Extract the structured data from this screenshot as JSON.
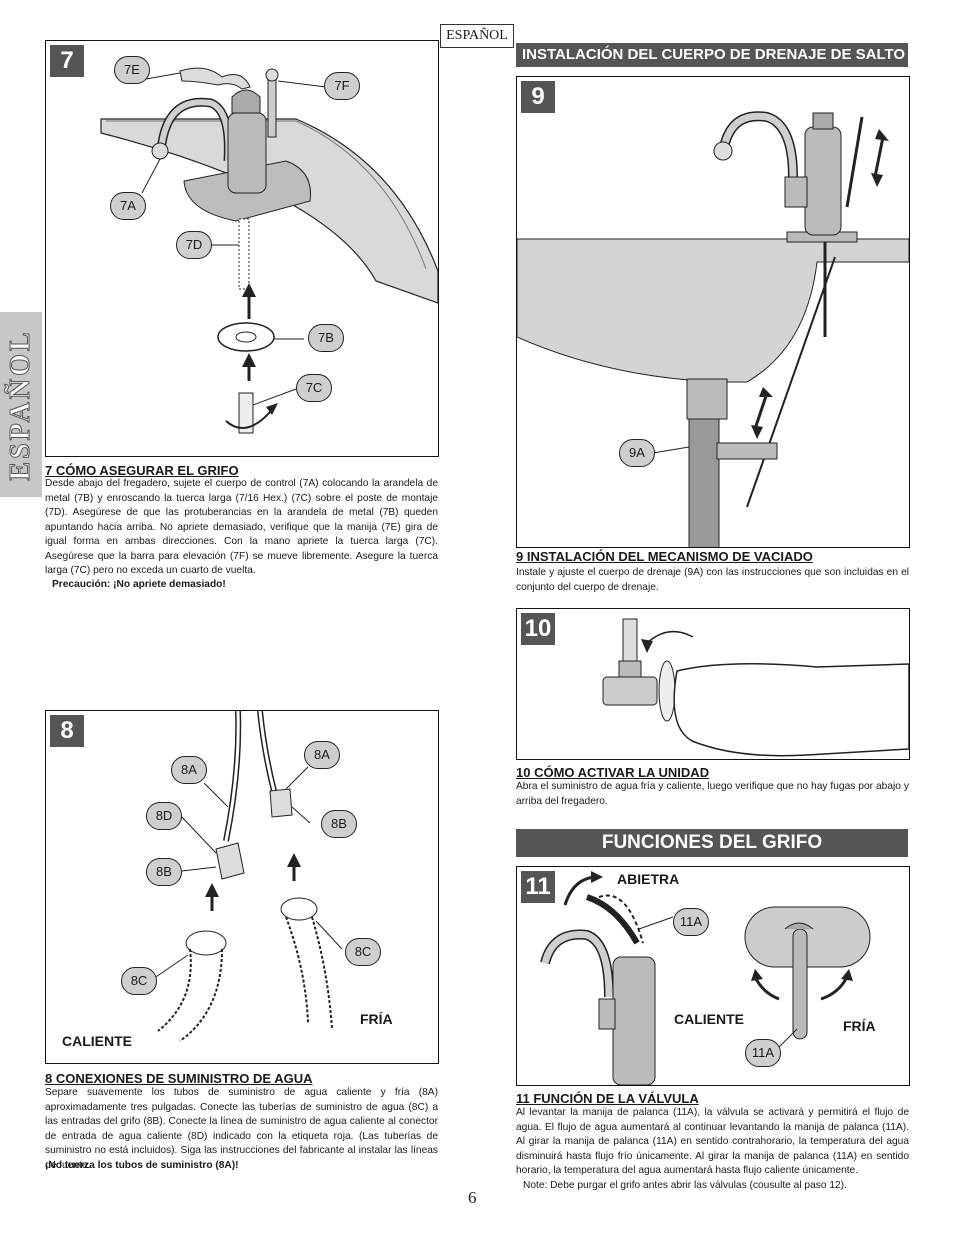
{
  "header": {
    "lang_tag": "ESPAÑOL",
    "side_tab": "ESPAÑOL"
  },
  "step7": {
    "num": "7",
    "callouts": [
      "7E",
      "7F",
      "7A",
      "7D",
      "7B",
      "7C"
    ],
    "heading": "7  CÓMO ASEGURAR EL GRIFO",
    "body": "Desde abajo del fregadero, sujete el cuerpo de control (7A) colocando la arandela de metal (7B) y enroscando la tuerca larga (7/16 Hex.) (7C) sobre el poste de montaje (7D). Asegúrese de que las protuberancias en la arandela de metal (7B) queden apuntando hacia arriba. No apriete demasiado, verifique que la manija (7E) gira de igual forma en ambas direcciones. Con la mano apriete la tuerca larga (7C). Asegúrese que la barra para elevación (7F) se mueve libremente. Asegure la tuerca larga (7C) pero no exceda un cuarto de vuelta.",
    "caution": "Precaución: ¡No apriete demasiado!"
  },
  "step8": {
    "num": "8",
    "callouts": [
      "8A",
      "8A",
      "8D",
      "8B",
      "8B",
      "8C",
      "8C"
    ],
    "hot_label": "CALIENTE",
    "cold_label": "FRÍA",
    "heading": "8  CONEXIONES DE SUMINISTRO DE AGUA",
    "body": "Separe suavemente los tubos de suministro de agua caliente y fría (8A) aproximadamente tres pulgadas. Conecte las tuberías de suministro de agua (8C) a las entradas del grifo (8B). Conecte la línea de suministro de agua caliente al conector de entrada de agua caliente (8D) indicado con la etiqueta roja. (Las tuberías de suministro no está incluidos). Siga las instrucciones del fabricante al instalar las líneas de fuente.",
    "warning": "¡No tuerza los tubos de suministro (8A)!"
  },
  "banner_drain": "INSTALACIÓN DEL CUERPO DE DRENAJE DE SALTO",
  "step9": {
    "num": "9",
    "callout": "9A",
    "heading": "9  INSTALACIÓN DEL MECANISMO DE VACIADO",
    "body": "Instale y ajuste el cuerpo de drenaje (9A) con las instrucciones que son incluidas en el conjunto del cuerpo de drenaje."
  },
  "step10": {
    "num": "10",
    "heading": "10  CÓMO ACTIVAR LA UNIDAD",
    "body": "Abra el suministro de agua fría y caliente, luego verifique que no hay fugas por abajo y arriba del fregadero."
  },
  "banner_functions": "FUNCIONES DEL GRIFO",
  "step11": {
    "num": "11",
    "open_label": "ABIETRA",
    "hot_label": "CALIENTE",
    "cold_label": "FRÍA",
    "callouts": [
      "11A",
      "11A"
    ],
    "heading": "11  FUNCIÓN DE LA VÁLVULA",
    "body": "Al levantar la manija de palanca (11A), la válvula se activará y permitirá el flujo de agua. El flujo de agua aumentará al continuar levantando la manija de palanca (11A). Al girar la manija de palanca (11A) en sentido contrahorario, la temperatura del agua disminuirá hasta flujo frío únicamente. Al girar la manija de palanca (11A) en sentido horario, la temperatura del agua aumentará hasta flujo caliente únicamente.",
    "note": "Note: Debe purgar el grifo antes abrir las válvulas (cousulte al paso 12)."
  },
  "page_number": "6",
  "colors": {
    "panel_gray": "#555555",
    "callout_fill": "#cfcfcf",
    "side_tab": "#c7c7c7"
  }
}
